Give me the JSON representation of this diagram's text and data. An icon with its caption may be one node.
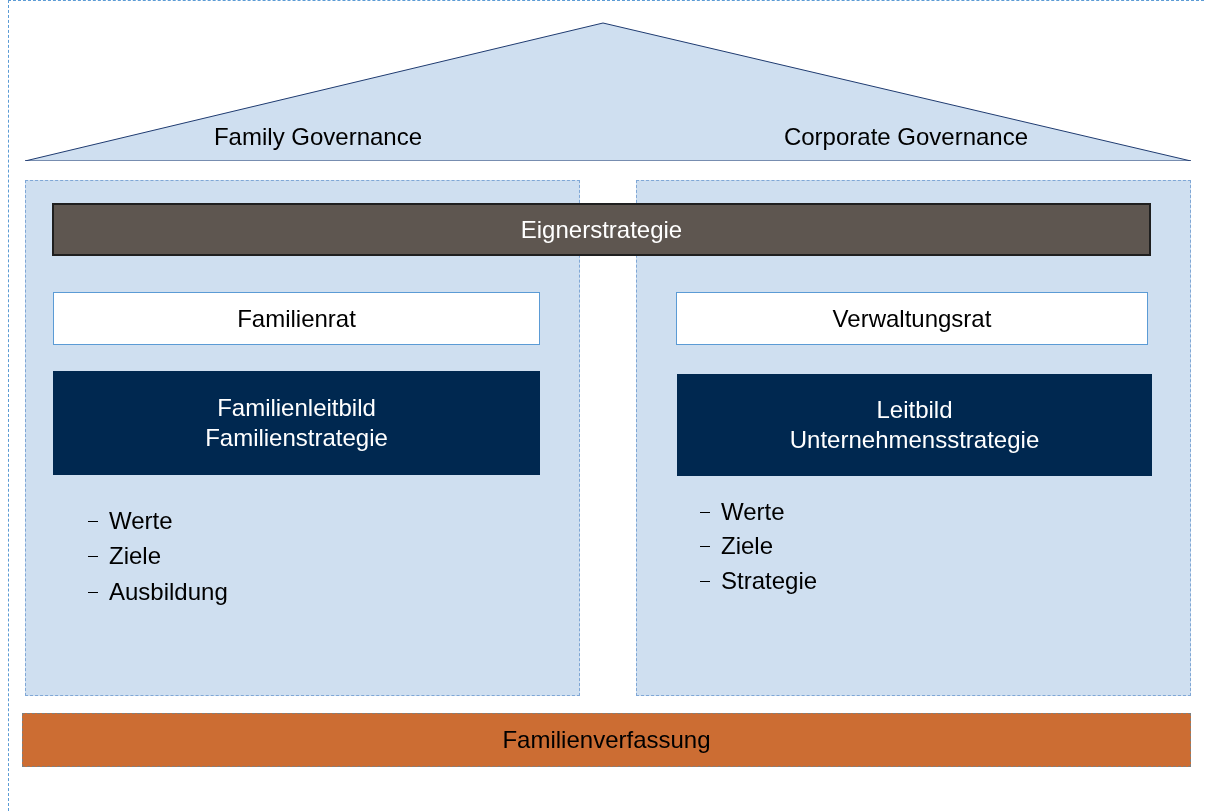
{
  "diagram": {
    "nodes": [
      {
        "text": [
          "Family Governance",
          "Corporate Governance"
        ]
      },
      {
        "text": [],
        "shape": "box"
      },
      {
        "text": [],
        "shape": "box"
      },
      {
        "text": [
          "Eignerstrategie"
        ]
      },
      {
        "text": [
          "Familienrat"
        ],
        "in": 1
      },
      {
        "text": [
          "Familienleitbild",
          "Familienstrategie"
        ],
        "in": 1
      },
      {
        "text": [
          "Verwaltungsrat"
        ],
        "in": 2
      },
      {
        "text": [
          "Leitbild",
          "Unternehmensstrategie"
        ],
        "in": 2
      },
      {
        "text": [
          "Familienverfassung"
        ]
      }
    ],
    "labels": [
      "Werte",
      "Ziele",
      "Ausbildung",
      "Werte",
      "Ziele",
      "Strategie"
    ]
  }
}
